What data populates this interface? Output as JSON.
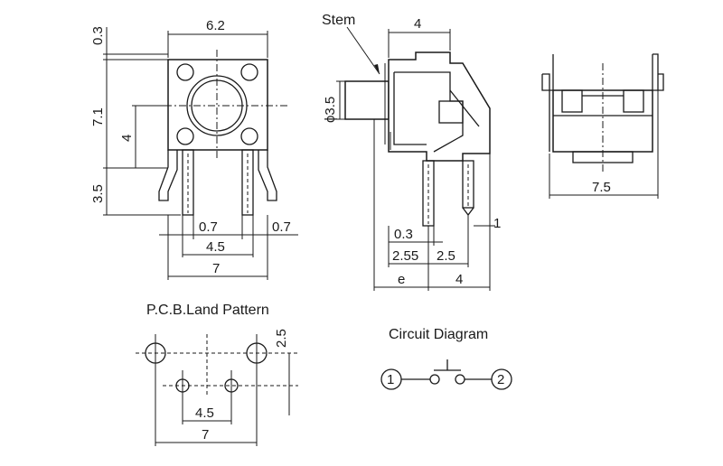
{
  "front_view": {
    "width_top": "6.2",
    "top_gap": "0.3",
    "height_body": "7.1",
    "inner_height": "4",
    "lead_length": "3.5",
    "lead_width_left": "0.7",
    "lead_width_right": "0.7",
    "lead_pitch": "4.5",
    "overall_width": "7"
  },
  "side_view": {
    "stem_label": "Stem",
    "top_depth": "4",
    "stem_diameter": "ϕ3.5",
    "lead_thickness": "0.3",
    "offset": "2.55",
    "lead_gap": "2.5",
    "lead_tip": "1",
    "e_label": "e",
    "base_depth": "4"
  },
  "end_view": {
    "width": "7.5"
  },
  "pcb_land_pattern": {
    "title": "P.C.B.Land Pattern",
    "row_spacing": "2.5",
    "pin_pitch": "4.5",
    "mount_pitch": "7"
  },
  "circuit_diagram": {
    "title": "Circuit Diagram",
    "terminal_1": "1",
    "terminal_2": "2"
  }
}
